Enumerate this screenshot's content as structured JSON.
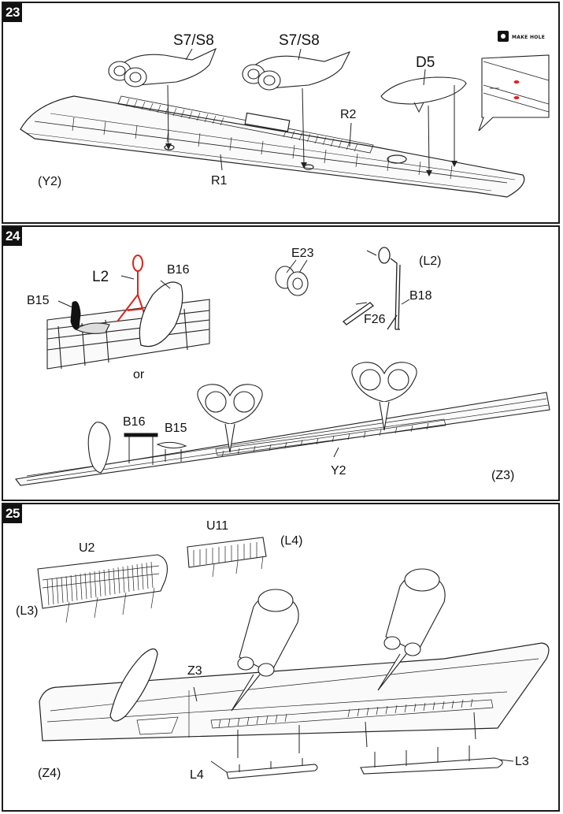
{
  "steps": [
    {
      "number": "23",
      "labels": {
        "s7s8_a": "S7/S8",
        "s7s8_b": "S7/S8",
        "d5": "D5",
        "r2": "R2",
        "r1": "R1",
        "y2": "(Y2)"
      },
      "make_hole": "MAKE HOLE",
      "colors": {
        "hole_mark": "#e0201c"
      }
    },
    {
      "number": "24",
      "labels": {
        "l2": "L2",
        "b16": "B16",
        "b15": "B15",
        "or": "or",
        "e23": "E23",
        "l2_paren": "(L2)",
        "b18": "B18",
        "f26": "F26",
        "b16_b": "B16",
        "b15_b": "B15",
        "y2": "Y2",
        "z3": "(Z3)"
      },
      "colors": {
        "highlight": "#d7261e"
      }
    },
    {
      "number": "25",
      "labels": {
        "u2": "U2",
        "u11": "U11",
        "l4_paren": "(L4)",
        "l3_paren": "(L3)",
        "z3": "Z3",
        "z4": "(Z4)",
        "l4": "L4",
        "l3": "L3"
      }
    }
  ]
}
